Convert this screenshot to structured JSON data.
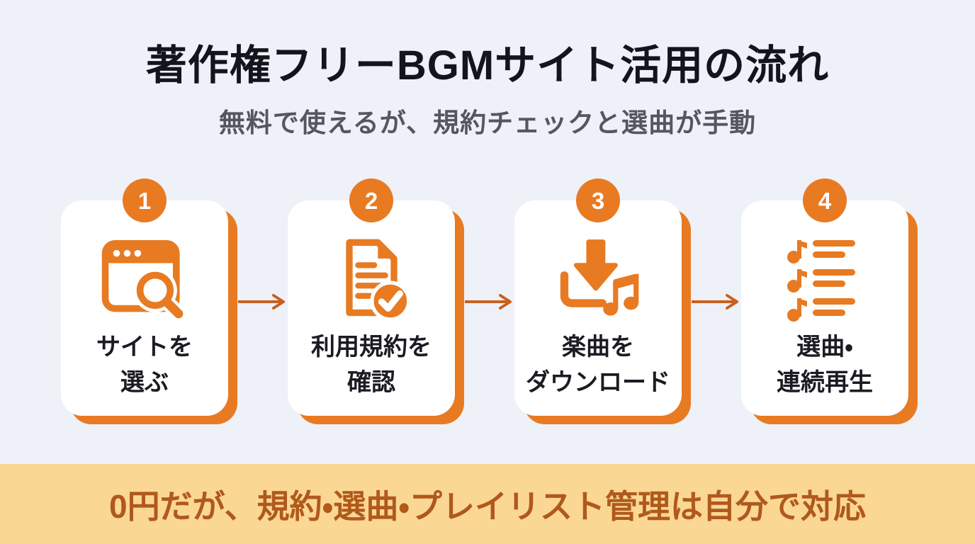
{
  "colors": {
    "background": "#eef1f8",
    "accent": "#e87a22",
    "arrow": "#c8601f",
    "banner_bg": "#fbd794",
    "banner_text": "#b0591c",
    "title": "#14141c",
    "subtitle": "#54575e",
    "card_text": "#1b1b22"
  },
  "header": {
    "title": "著作権フリーBGMサイト活用の流れ",
    "subtitle": "無料で使えるが、規約チェックと選曲が手動"
  },
  "steps": [
    {
      "number": "1",
      "icon": "browser-search-icon",
      "label_line1": "サイトを",
      "label_line2": "選ぶ"
    },
    {
      "number": "2",
      "icon": "document-check-icon",
      "label_line1": "利用規約を",
      "label_line2": "確認"
    },
    {
      "number": "3",
      "icon": "download-music-icon",
      "label_line1": "楽曲を",
      "label_line2": "ダウンロード"
    },
    {
      "number": "4",
      "icon": "playlist-icon",
      "label_line1": "選曲・",
      "label_line2": "連続再生"
    }
  ],
  "footer": {
    "text": "0円だが、規約・選曲・プレイリスト管理は自分で対応"
  }
}
